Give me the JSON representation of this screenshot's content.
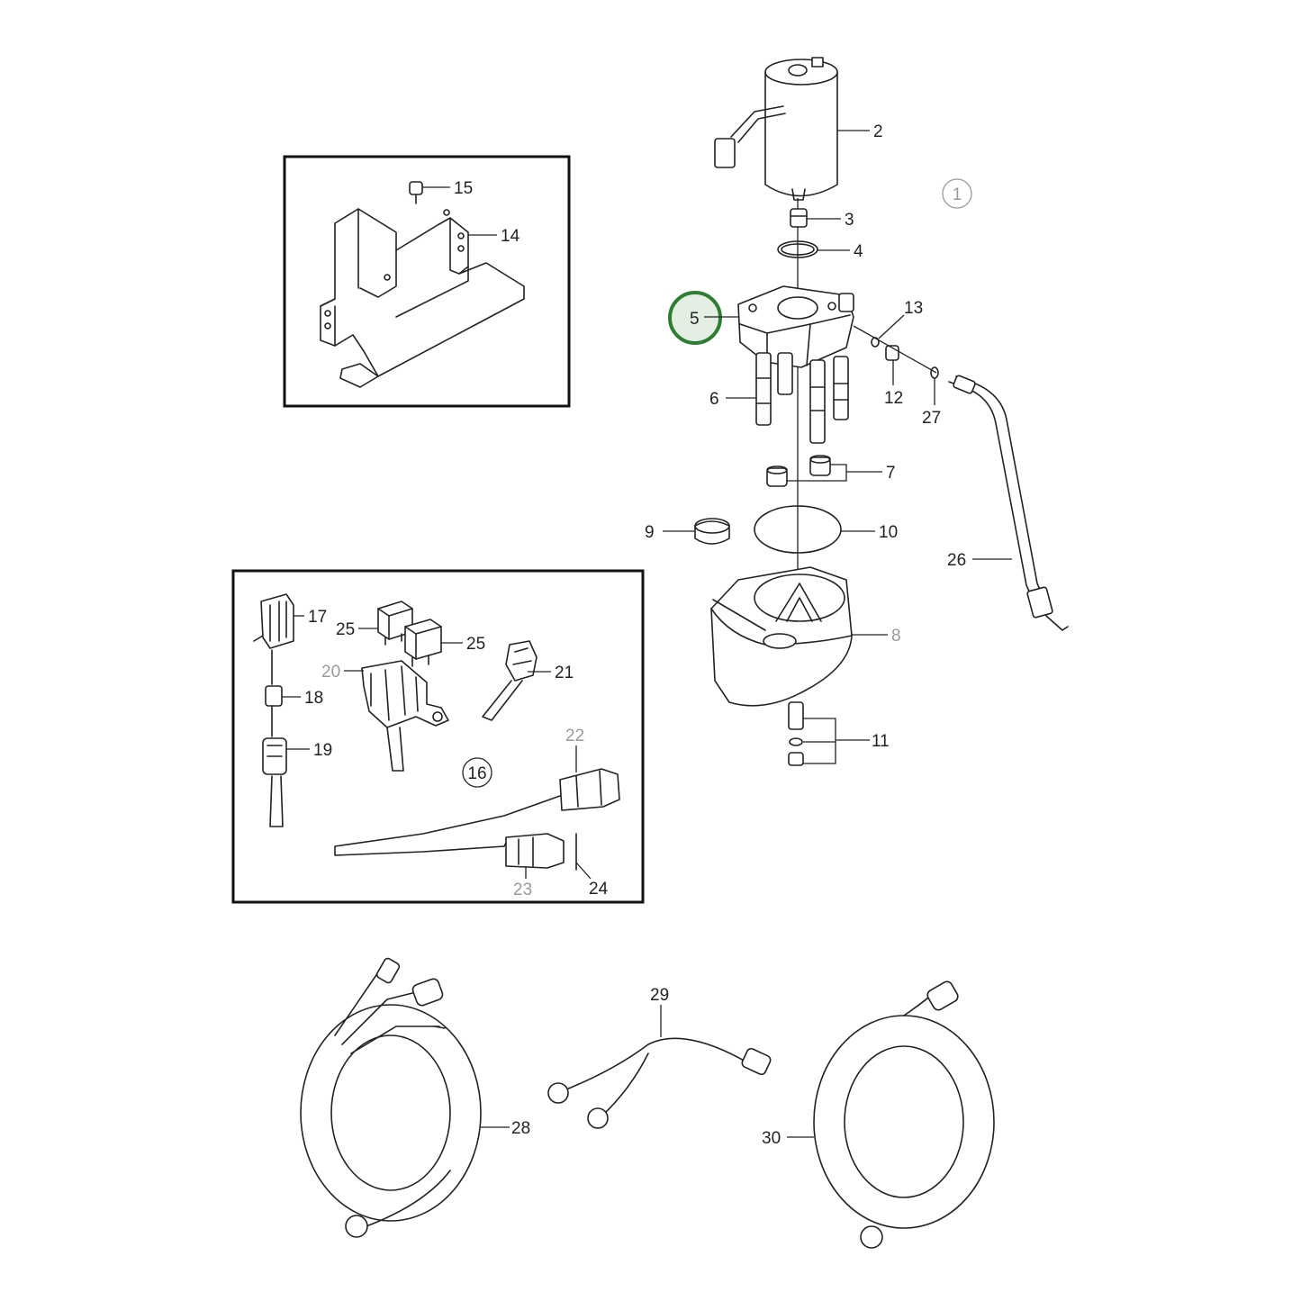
{
  "parts": {
    "p1": "1",
    "p2": "2",
    "p3": "3",
    "p4": "4",
    "p5": "5",
    "p6": "6",
    "p7": "7",
    "p8": "8",
    "p9": "9",
    "p10": "10",
    "p11": "11",
    "p12": "12",
    "p13": "13",
    "p14": "14",
    "p15": "15",
    "p16": "16",
    "p17": "17",
    "p18": "18",
    "p19": "19",
    "p20": "20",
    "p21": "21",
    "p22": "22",
    "p23": "23",
    "p24": "24",
    "p25a": "25",
    "p25b": "25",
    "p26": "26",
    "p27": "27",
    "p28": "28",
    "p29": "29",
    "p30": "30"
  },
  "highlight": {
    "part": "5",
    "color": "#2e7d32",
    "fill": "#e3efe3"
  },
  "colors": {
    "line": "#222222",
    "muted_label": "#9a9a9a",
    "background": "#ffffff"
  }
}
